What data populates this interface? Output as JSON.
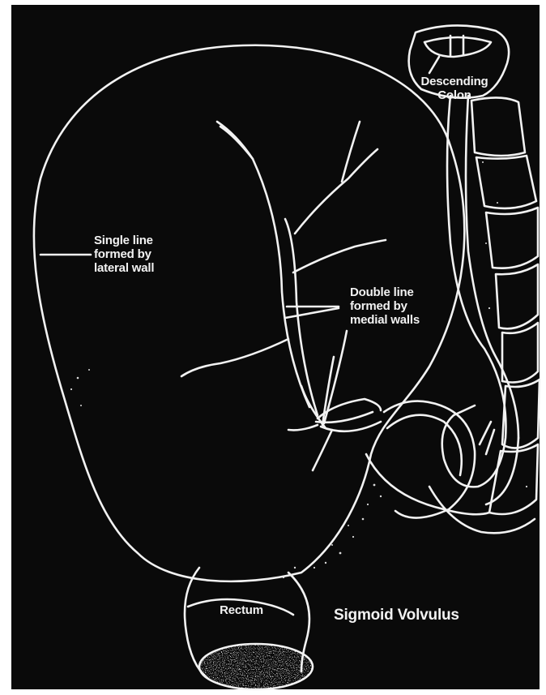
{
  "labels": {
    "descending_colon": [
      "Descending",
      "Colon"
    ],
    "single_line": [
      "Single line",
      "formed by",
      "lateral wall"
    ],
    "double_line": [
      "Double line",
      "formed by",
      "medial walls"
    ],
    "rectum": "Rectum",
    "title": "Sigmoid Volvulus"
  },
  "colors": {
    "background": "#0a0a0a",
    "outline": "#f2f2f2",
    "frame": "#ffffff"
  }
}
